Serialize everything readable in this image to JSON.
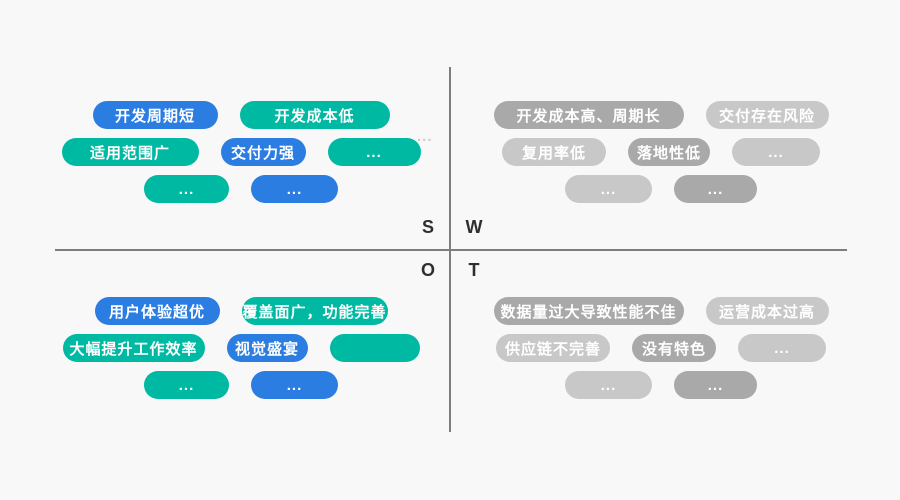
{
  "palette": {
    "background": "#f8f8f8",
    "blue": "#2b7de1",
    "teal": "#00b9a2",
    "grayDark": "#a9a9a9",
    "grayLight": "#c8c8c8",
    "line": "#7d7d7d",
    "letter": "#2f2f2f",
    "faint_dots": "#cccccc"
  },
  "letters": {
    "s": "S",
    "w": "W",
    "o": "O",
    "t": "T"
  },
  "overflow_ellipsis": "...",
  "quadrants": {
    "strengths": {
      "rows": [
        [
          {
            "label": "开发周期短",
            "color": "blue",
            "w": 125
          },
          {
            "label": "开发成本低",
            "color": "teal",
            "w": 150
          }
        ],
        [
          {
            "label": "适用范围广",
            "color": "teal",
            "w": 137
          },
          {
            "label": "交付力强",
            "color": "blue",
            "w": 85
          },
          {
            "label": "...",
            "color": "teal",
            "w": 93
          }
        ],
        [
          {
            "label": "...",
            "color": "teal",
            "w": 85
          },
          {
            "label": "...",
            "color": "blue",
            "w": 87
          }
        ]
      ]
    },
    "weaknesses": {
      "rows": [
        [
          {
            "label": "开发成本高、周期长",
            "color": "grayDark",
            "w": 190
          },
          {
            "label": "交付存在风险",
            "color": "grayLight",
            "w": 123
          }
        ],
        [
          {
            "label": "复用率低",
            "color": "grayLight",
            "w": 104
          },
          {
            "label": "落地性低",
            "color": "grayDark",
            "w": 82
          },
          {
            "label": "...",
            "color": "grayLight",
            "w": 88
          }
        ],
        [
          {
            "label": "...",
            "color": "grayLight",
            "w": 87
          },
          {
            "label": "...",
            "color": "grayDark",
            "w": 83
          }
        ]
      ]
    },
    "opportunities": {
      "rows": [
        [
          {
            "label": "用户体验超优",
            "color": "blue",
            "w": 125
          },
          {
            "label": "覆盖面广，功能完善",
            "color": "teal",
            "w": 146
          }
        ],
        [
          {
            "label": "大幅提升工作效率",
            "color": "teal",
            "w": 142
          },
          {
            "label": "视觉盛宴",
            "color": "blue",
            "w": 81
          },
          {
            "label": "",
            "color": "teal",
            "w": 90
          }
        ],
        [
          {
            "label": "...",
            "color": "teal",
            "w": 85
          },
          {
            "label": "...",
            "color": "blue",
            "w": 87
          }
        ]
      ]
    },
    "threats": {
      "rows": [
        [
          {
            "label": "数据量过大导致性能不佳",
            "color": "grayDark",
            "w": 190
          },
          {
            "label": "运营成本过高",
            "color": "grayLight",
            "w": 123
          }
        ],
        [
          {
            "label": "供应链不完善",
            "color": "grayLight",
            "w": 114
          },
          {
            "label": "没有特色",
            "color": "grayDark",
            "w": 84
          },
          {
            "label": "...",
            "color": "grayLight",
            "w": 88
          }
        ],
        [
          {
            "label": "...",
            "color": "grayLight",
            "w": 87
          },
          {
            "label": "...",
            "color": "grayDark",
            "w": 83
          }
        ]
      ]
    }
  }
}
